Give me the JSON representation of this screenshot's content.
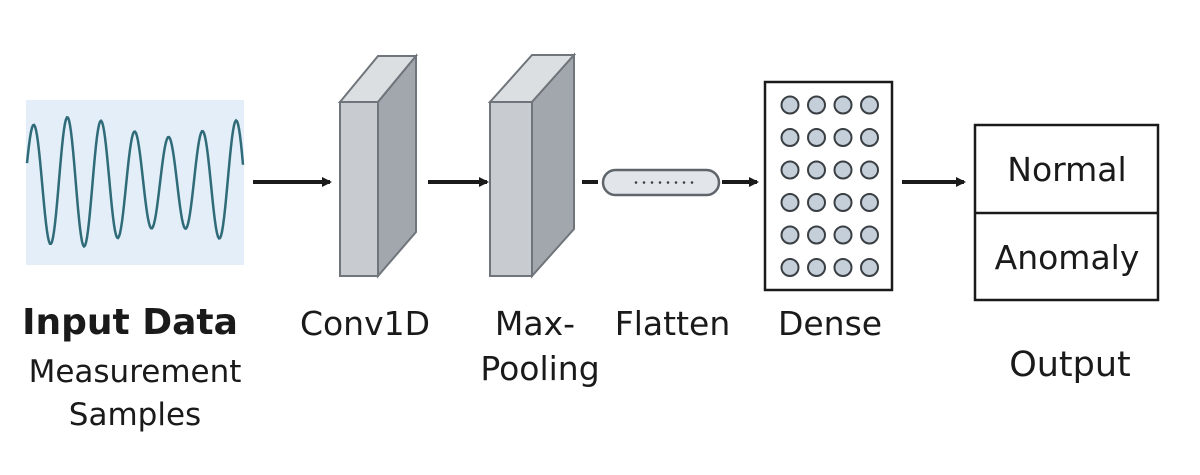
{
  "input": {
    "title": "Input Data",
    "subtitle_line1": "Measurement",
    "subtitle_line2": "Samples"
  },
  "layers": {
    "conv": "Conv1D",
    "pool_line1": "Max-",
    "pool_line2": "Pooling",
    "flatten": "Flatten",
    "dense": "Dense"
  },
  "output": {
    "label": "Output",
    "classes": [
      "Normal",
      "Anomaly"
    ]
  },
  "colors": {
    "signal_bg": "#e3eef8",
    "signal_line": "#2f6b78",
    "block_front": "#c8ccd0",
    "block_side": "#a2a7ad",
    "block_top": "#dcdfe2",
    "node_fill": "#c5cfd9",
    "arrow": "#1a1a1a"
  }
}
